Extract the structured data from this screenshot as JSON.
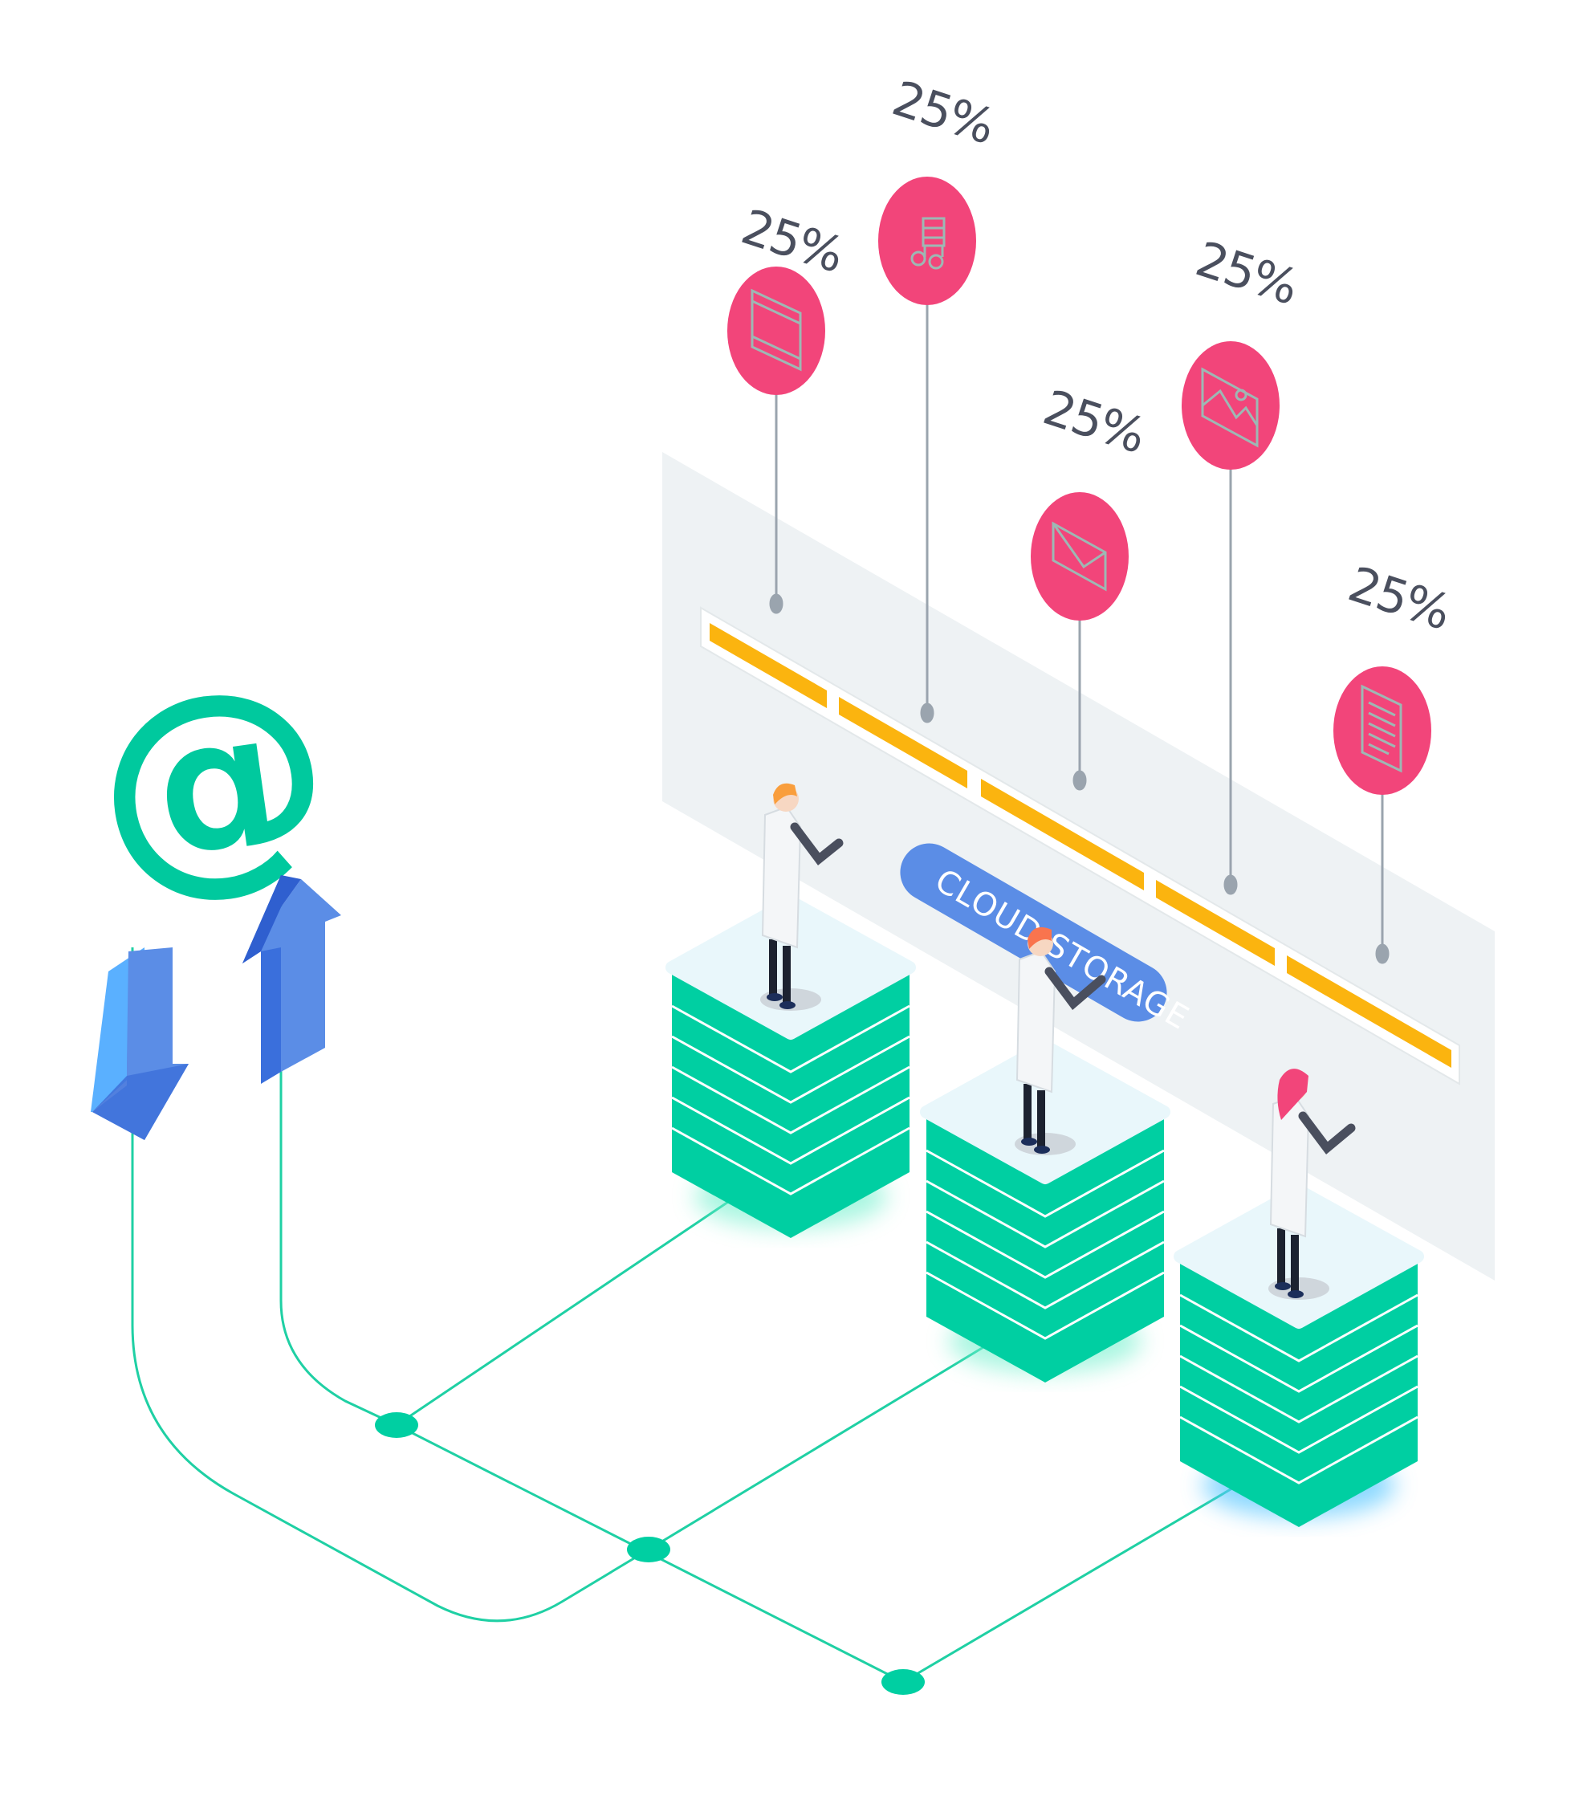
{
  "cards": [
    {
      "id": "video",
      "percent": "25%",
      "icon": "video-icon"
    },
    {
      "id": "music",
      "percent": "25%",
      "icon": "music-icon"
    },
    {
      "id": "mail",
      "percent": "25%",
      "icon": "mail-icon"
    },
    {
      "id": "image",
      "percent": "25%",
      "icon": "image-icon"
    },
    {
      "id": "document",
      "percent": "25%",
      "icon": "document-icon"
    }
  ],
  "banner": {
    "text": "CLOUD STORAGE"
  },
  "email_symbol": "@",
  "colors": {
    "teal": "#00cfa2",
    "pink": "#f2457a",
    "amber": "#fbb40f",
    "blue": "#5b8de6",
    "panel": "#eef2f4"
  }
}
